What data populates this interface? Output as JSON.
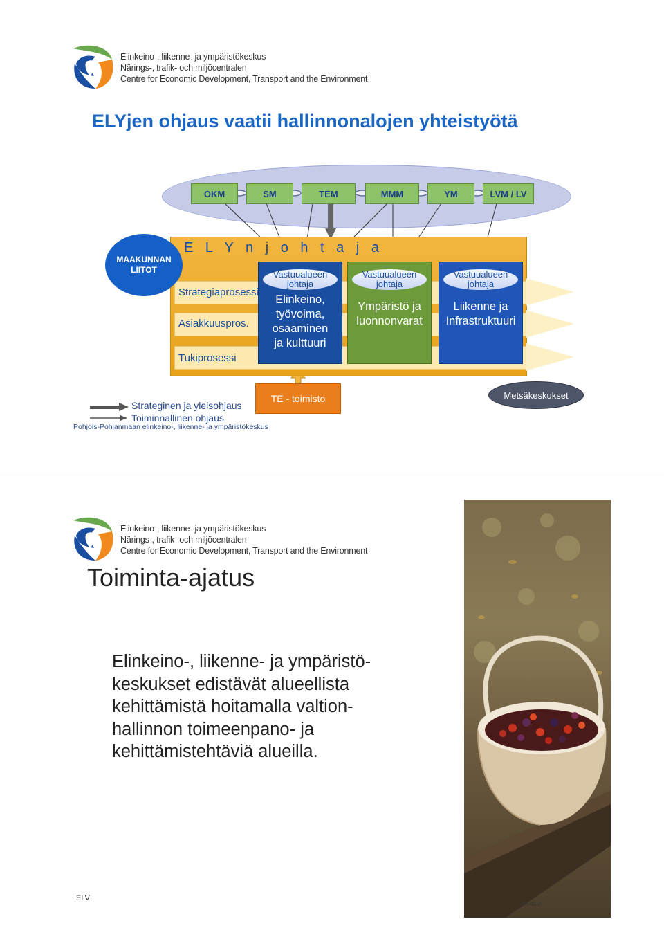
{
  "logo": {
    "lines": [
      "Elinkeino-, liikenne- ja ympäristökeskus",
      "Närings-, trafik- och miljöcentralen",
      "Centre for Economic Development, Transport and the Environment"
    ]
  },
  "slide1": {
    "title": "ELYjen ohjaus vaatii hallinnonalojen yhteistyötä",
    "ministries": [
      "OKM",
      "SM",
      "TEM",
      "MMM",
      "YM",
      "LVM / LV"
    ],
    "maakunnan": [
      "MAAKUNNAN",
      "LIITOT"
    ],
    "ely_title": "E L Y n  j o h t a j a",
    "processes": [
      "Strategiaprosessi",
      "Asiakkuuspros.",
      "Tukiprosessi"
    ],
    "vastuu_label": [
      "Vastuualueen",
      "johtaja"
    ],
    "areas": [
      {
        "lines": [
          "Elinkeino,",
          "työvoima,",
          "osaaminen",
          "ja kulttuuri"
        ],
        "color": "#1a4ea1"
      },
      {
        "lines": [
          "Ympäristö ja",
          "luonnonvarat"
        ],
        "color": "#6d9a3a"
      },
      {
        "lines": [
          "Liikenne ja",
          "Infrastruktuuri"
        ],
        "color": "#1f56b8"
      }
    ],
    "te_office": "TE - toimisto",
    "metsa": "Metsäkeskukset",
    "legend": {
      "strategic": "Strateginen ja yleisohjaus",
      "operational": "Toiminnallinen ohjaus"
    },
    "footer": "Pohjois-Pohjanmaan elinkeino-, liikenne- ja ympäristökeskus"
  },
  "slide2": {
    "title": "Toiminta-ajatus",
    "body_lines": [
      "Elinkeino-, liikenne- ja ympäristö-",
      "keskukset edistävät alueellista",
      "kehittämistä hoitamalla valtion-",
      "hallinnon toimeenpano- ja",
      "kehittämistehtäviä alueilla."
    ],
    "footer": "ELVI",
    "photo_caption": "THHELVI"
  },
  "colors": {
    "title_blue": "#1a66c5",
    "ely_orange": "#e8a21a",
    "te_orange": "#ea7d1c",
    "ministry_green": "#8fc36a"
  }
}
